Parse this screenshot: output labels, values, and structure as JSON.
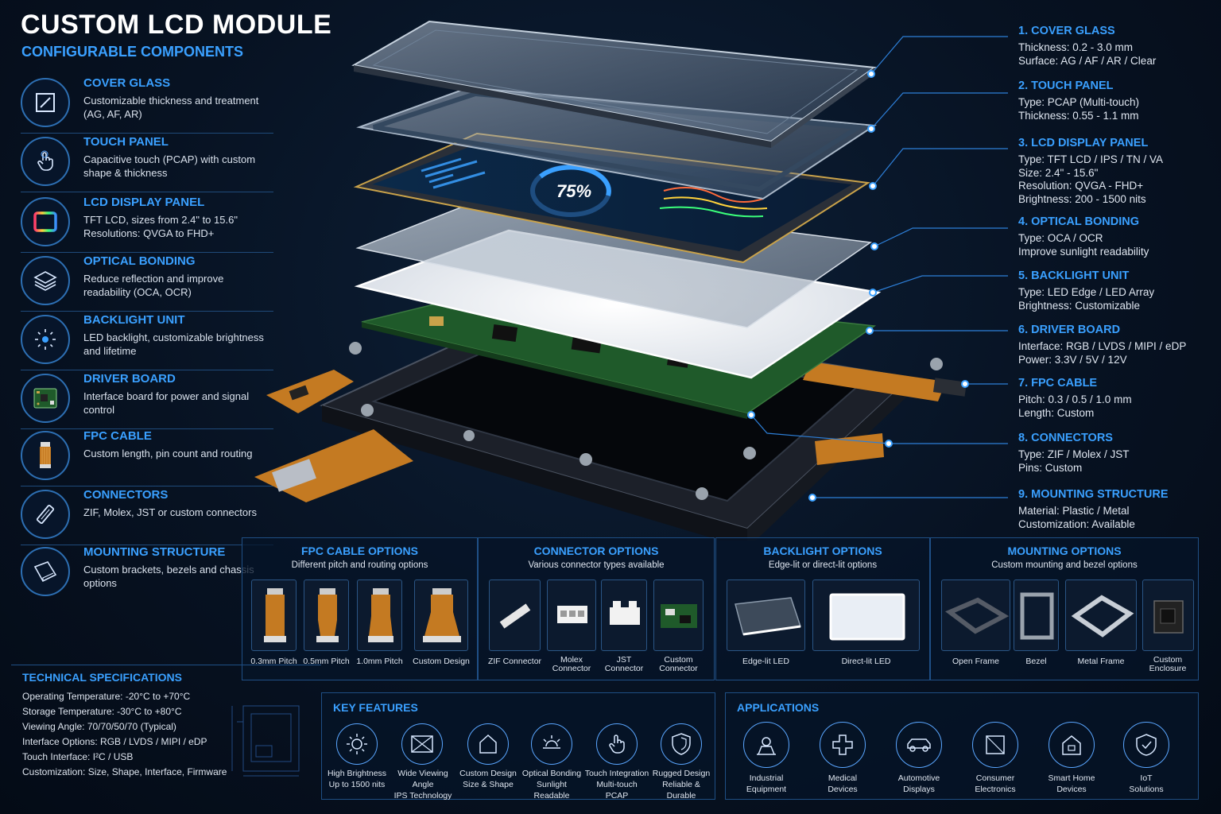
{
  "header": {
    "title": "CUSTOM LCD MODULE",
    "subtitle": "CONFIGURABLE COMPONENTS"
  },
  "left_components": [
    {
      "title": "COVER GLASS",
      "desc": "Customizable thickness and treatment (AG, AF, AR)",
      "icon": "cover-glass-icon"
    },
    {
      "title": "TOUCH PANEL",
      "desc": "Capacitive touch (PCAP) with custom shape & thickness",
      "icon": "touch-hand-icon"
    },
    {
      "title": "LCD DISPLAY PANEL",
      "desc": "TFT LCD, sizes from 2.4\" to 15.6\" Resolutions: QVGA to FHD+",
      "icon": "display-panel-icon"
    },
    {
      "title": "OPTICAL BONDING",
      "desc": "Reduce reflection and improve readability (OCA, OCR)",
      "icon": "layers-icon"
    },
    {
      "title": "BACKLIGHT UNIT",
      "desc": "LED backlight, customizable brightness and lifetime",
      "icon": "light-burst-icon"
    },
    {
      "title": "DRIVER BOARD",
      "desc": "Interface board for power and signal control",
      "icon": "circuit-board-icon"
    },
    {
      "title": "FPC CABLE",
      "desc": "Custom length, pin count and routing",
      "icon": "fpc-cable-icon"
    },
    {
      "title": "CONNECTORS",
      "desc": "ZIF, Molex, JST or custom connectors",
      "icon": "connector-icon"
    },
    {
      "title": "MOUNTING STRUCTURE",
      "desc": "Custom brackets, bezels and chassis options",
      "icon": "bracket-icon"
    }
  ],
  "right_specs": [
    {
      "title": "1. COVER GLASS",
      "lines": [
        "Thickness: 0.2 - 3.0 mm",
        "Surface: AG / AF / AR / Clear"
      ]
    },
    {
      "title": "2. TOUCH PANEL",
      "lines": [
        "Type: PCAP (Multi-touch)",
        "Thickness: 0.55 - 1.1 mm"
      ]
    },
    {
      "title": "3. LCD DISPLAY PANEL",
      "lines": [
        "Type: TFT LCD / IPS / TN / VA",
        "Size: 2.4\" - 15.6\"",
        "Resolution: QVGA - FHD+",
        "Brightness: 200 - 1500 nits"
      ]
    },
    {
      "title": "4. OPTICAL BONDING",
      "lines": [
        "Type: OCA / OCR",
        "Improve sunlight readability"
      ]
    },
    {
      "title": "5. BACKLIGHT UNIT",
      "lines": [
        "Type: LED Edge / LED Array",
        "Brightness: Customizable"
      ]
    },
    {
      "title": "6. DRIVER BOARD",
      "lines": [
        "Interface: RGB / LVDS / MIPI / eDP",
        "Power: 3.3V / 5V / 12V"
      ]
    },
    {
      "title": "7. FPC CABLE",
      "lines": [
        "Pitch: 0.3 / 0.5 / 1.0 mm",
        "Length: Custom"
      ]
    },
    {
      "title": "8. CONNECTORS",
      "lines": [
        "Type: ZIF / Molex / JST",
        "Pins: Custom"
      ]
    },
    {
      "title": "9. MOUNTING STRUCTURE",
      "lines": [
        "Material: Plastic / Metal",
        "Customization: Available"
      ]
    }
  ],
  "screen": {
    "percent": "75%"
  },
  "options": {
    "fpc": {
      "title": "FPC CABLE OPTIONS",
      "sub": "Different pitch and routing options",
      "items": [
        "0.3mm Pitch",
        "0.5mm Pitch",
        "1.0mm Pitch",
        "Custom Design"
      ]
    },
    "connector": {
      "title": "CONNECTOR OPTIONS",
      "sub": "Various connector types available",
      "items": [
        "ZIF Connector",
        "Molex Connector",
        "JST Connector",
        "Custom Connector"
      ]
    },
    "backlight": {
      "title": "BACKLIGHT OPTIONS",
      "sub": "Edge-lit or direct-lit options",
      "items": [
        "Edge-lit LED",
        "Direct-lit LED"
      ]
    },
    "mounting": {
      "title": "MOUNTING OPTIONS",
      "sub": "Custom mounting and bezel options",
      "items": [
        "Open Frame",
        "Bezel",
        "Metal Frame",
        "Custom Enclosure"
      ]
    }
  },
  "tech_specs": {
    "title": "TECHNICAL SPECIFICATIONS",
    "lines": [
      "Operating Temperature:  -20°C to +70°C",
      "Storage Temperature:  -30°C to +80°C",
      "Viewing Angle:  70/70/50/70 (Typical)",
      "Interface Options:  RGB / LVDS / MIPI / eDP",
      "Touch Interface:  I²C / USB",
      "Customization:  Size, Shape, Interface, Firmware"
    ]
  },
  "key_features": {
    "title": "KEY FEATURES",
    "items": [
      {
        "l1": "High Brightness",
        "l2": "Up to 1500 nits",
        "icon": "sun-icon"
      },
      {
        "l1": "Wide Viewing Angle",
        "l2": "IPS Technology",
        "icon": "viewing-angle-icon"
      },
      {
        "l1": "Custom Design",
        "l2": "Size & Shape",
        "icon": "house-shape-icon"
      },
      {
        "l1": "Optical Bonding",
        "l2": "Sunlight Readable",
        "icon": "sunlight-icon"
      },
      {
        "l1": "Touch Integration",
        "l2": "Multi-touch PCAP",
        "icon": "touch-icon"
      },
      {
        "l1": "Rugged Design",
        "l2": "Reliable & Durable",
        "icon": "shield-icon"
      }
    ]
  },
  "applications": {
    "title": "APPLICATIONS",
    "items": [
      {
        "l1": "Industrial",
        "l2": "Equipment",
        "icon": "industrial-icon"
      },
      {
        "l1": "Medical",
        "l2": "Devices",
        "icon": "medical-icon"
      },
      {
        "l1": "Automotive",
        "l2": "Displays",
        "icon": "car-icon"
      },
      {
        "l1": "Consumer",
        "l2": "Electronics",
        "icon": "consumer-icon"
      },
      {
        "l1": "Smart Home",
        "l2": "Devices",
        "icon": "smart-home-icon"
      },
      {
        "l1": "IoT",
        "l2": "Solutions",
        "icon": "iot-icon"
      }
    ]
  },
  "colors": {
    "accent": "#3aa0ff",
    "background": "#071222",
    "fpc_copper": "#c47a22",
    "pcb_green": "#1f5a2a"
  }
}
